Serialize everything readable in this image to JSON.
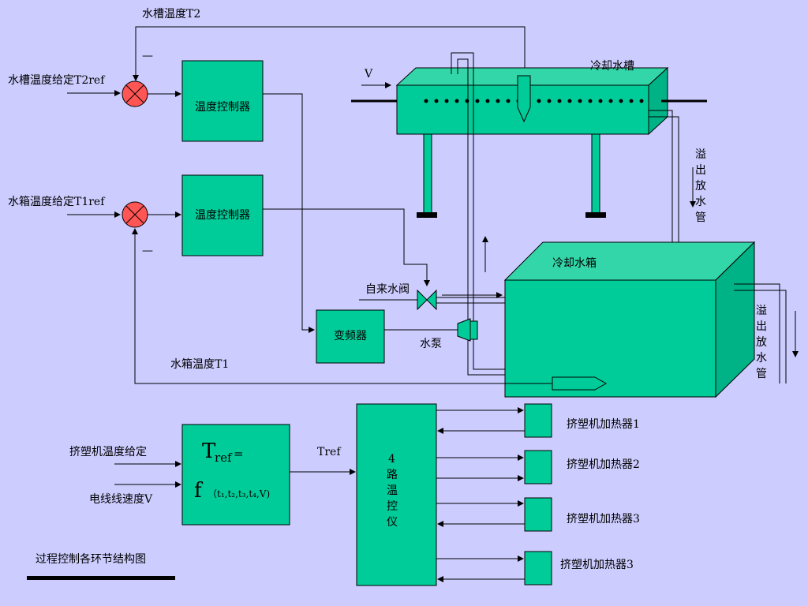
{
  "labels": {
    "tank_temp_t2": "水槽温度T2",
    "minus_top": "—",
    "tank_setpoint": "水槽温度给定T2ref",
    "controller1": "温度控制器",
    "water_inlet_v": "V",
    "cooling_trough": "冷却水槽",
    "overflow_pipe1": [
      "溢",
      "出",
      "放",
      "水",
      "管"
    ],
    "box_setpoint": "水箱温度给定T1ref",
    "controller2": "温度控制器",
    "minus_bottom": "—",
    "cooling_box": "冷却水箱",
    "tap_valve": "自来水阀",
    "vfd": "变频器",
    "pump": "水泵",
    "box_temp_t1": "水箱温度T1",
    "overflow_pipe2": [
      "溢",
      "出",
      "放",
      "水",
      "管"
    ],
    "extruder_setpoint": "挤塑机温度给定",
    "wire_speed": "电线线速度V",
    "tref_main": "T",
    "tref_sub": "ref",
    "tref_eq": "=",
    "func_f": "f",
    "func_args": "（t₁,t₂,t₃,t₄,V)",
    "tref_arrow": "Tref",
    "four_way": [
      "4",
      "路",
      "温",
      "控",
      "仪"
    ],
    "heater1": "挤塑机加热器1",
    "heater2": "挤塑机加热器2",
    "heater3": "挤塑机加热器3",
    "heater4": "挤塑机加热器3",
    "caption": "过程控制各环节结构图"
  },
  "colors": {
    "background": "#ccccff",
    "equipment": "#00cc99"
  }
}
